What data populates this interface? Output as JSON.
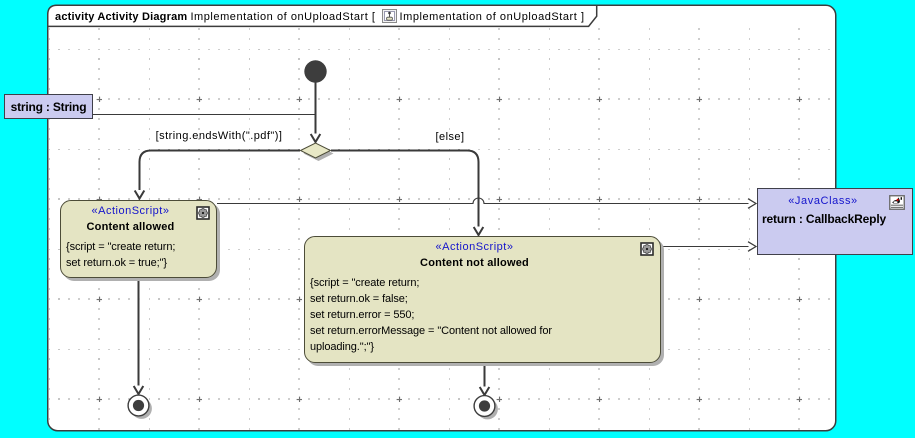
{
  "colors": {
    "page_background": "#00ffff",
    "canvas_fill": "#ffffff",
    "frame_border": "#3c3c3c",
    "action_fill": "#e4e4c3",
    "param_fill": "#cbcbf0",
    "shadow": "#b0b0b0",
    "stereotype_text": "#1414cc",
    "edge": "#3a3a3a",
    "grid_dot": "#8a8a8a"
  },
  "frame": {
    "kind_keyword": "activity",
    "diagram_kind": "Activity Diagram",
    "title_bold": "activity Activity Diagram",
    "title_rest_before_icon": "Implementation of onUploadStart [",
    "title_rest_after_icon": "Implementation of onUploadStart ]",
    "diagram_name": "Implementation of onUploadStart"
  },
  "icons": {
    "header": "activity-diagram-icon",
    "action": "script-gear-icon",
    "java_class": "java-class-icon"
  },
  "parameter_nodes": {
    "input": {
      "name": "string : String"
    },
    "output": {
      "stereotype": "«JavaClass»",
      "name": "return : CallbackReply"
    }
  },
  "decision": {
    "guard_left": "[string.endsWith(\".pdf\")]",
    "guard_right": "[else]"
  },
  "actions": {
    "allowed": {
      "stereotype": "«ActionScript»",
      "name": "Content allowed",
      "body_lines": [
        "{script = \"create return;",
        "set return.ok = true;\"}"
      ]
    },
    "not_allowed": {
      "stereotype": "«ActionScript»",
      "name": "Content not allowed",
      "body_lines": [
        "{script = \"create return;",
        "set return.ok = false;",
        "set return.error = 550;",
        "set return.errorMessage = \"Content not allowed for",
        "uploading.\";\"}"
      ]
    }
  }
}
